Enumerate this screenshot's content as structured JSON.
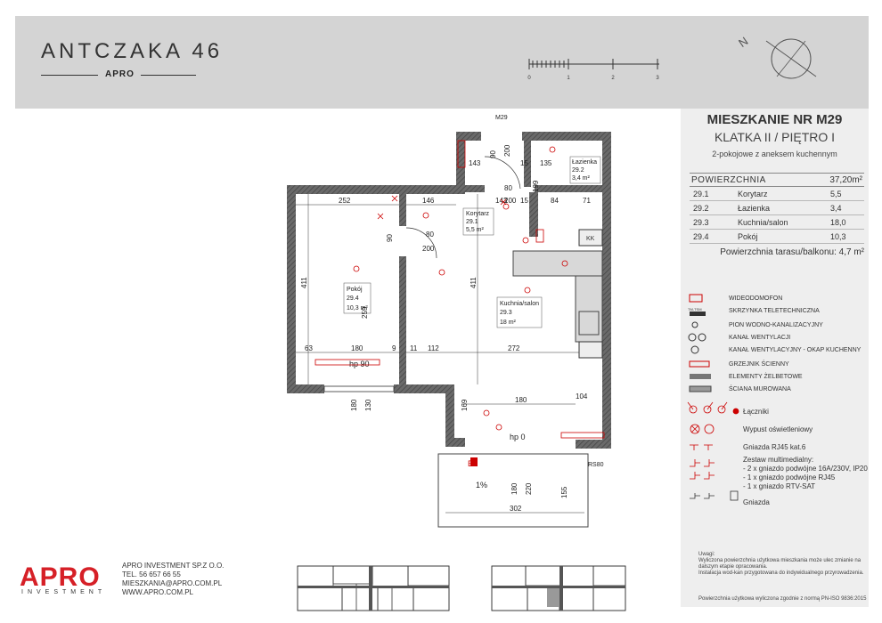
{
  "header": {
    "project": "ANTCZAKA 46",
    "brand": "APRO",
    "scale_ticks": [
      "0",
      "1",
      "2",
      "3"
    ],
    "compass_letter": "N"
  },
  "apartment": {
    "title": "MIESZKANIE NR M29",
    "stair_floor": "KLATKA II / PIĘTRO I",
    "type": "2-pokojowe z aneksem kuchennym",
    "area_label": "POWIERZCHNIA",
    "area_total": "37,20m²",
    "rooms": [
      {
        "num": "29.1",
        "name": "Korytarz",
        "value": "5,5"
      },
      {
        "num": "29.2",
        "name": "Łazienka",
        "value": "3,4"
      },
      {
        "num": "29.3",
        "name": "Kuchnia/salon",
        "value": "18,0"
      },
      {
        "num": "29.4",
        "name": "Pokój",
        "value": "10,3"
      }
    ],
    "terrace": "Powierzchnia tarasu/balkonu: 4,7 m²"
  },
  "legend": {
    "items": [
      "WIDEODOMOFON",
      "SKRZYNKA TELETECHNICZNA",
      "PION WODNO-KANALIZACYJNY",
      "KANAŁ WENTYLACJI",
      "KANAŁ WENTYLACYJNY - OKAP KUCHENNY",
      "GRZEJNIK ŚCIENNY",
      "ELEMENTY ŻELBETOWE",
      "ŚCIANA MUROWANA"
    ],
    "switches": "Łączniki",
    "light": "Wypust oświetleniowy",
    "rj45": "Gniazda RJ45 kat.6",
    "multimedia_title": "Zestaw multimedialny:",
    "multimedia_items": [
      "- 2 x gniazdo podwójne 16A/230V, IP20",
      "- 1 x gniazdo podwójne RJ45",
      "- 1 x gniazdo RTV-SAT"
    ],
    "sockets": "Gniazda",
    "tm_label": "TM-TSM"
  },
  "notes": {
    "title": "Uwagi:",
    "text1": "Wyliczona powierzchnia użytkowa mieszkania może ulec zmianie na dalszym etapie opracowania.",
    "text2": "Instalacja wod-kan przygotowana do indywidualnego przyrowadzenia.",
    "norm": "Powierzchnia użytkowa wyliczona zgodnie z normą PN-ISO 9836:2015"
  },
  "company": {
    "logo": "APRO",
    "logo_sub": "INVESTMENT",
    "name": "APRO INVESTMENT SP.Z O.O.",
    "tel": "TEL. 56 657 66 55",
    "email": "MIESZKANIA@APRO.COM.PL",
    "web": "WWW.APRO.COM.PL"
  },
  "plan": {
    "door_label": "M29",
    "room_korytarz": [
      "Korytarz",
      "29.1",
      "5,5 m²"
    ],
    "room_lazienka": [
      "Łazienka",
      "29.2",
      "3,4 m²"
    ],
    "room_kuchnia": [
      "Kuchnia/salon",
      "29.3",
      "18 m²"
    ],
    "room_pokoj": [
      "Pokój",
      "29.4",
      "10,3 m²"
    ],
    "dims": {
      "d252": "252",
      "d146": "146",
      "d143a": "143",
      "d143b": "143",
      "d15a": "15",
      "d15b": "15",
      "d135": "135",
      "d84": "84",
      "d71": "71",
      "d199": "199",
      "d411a": "411",
      "d411b": "411",
      "d259": "259",
      "d90a": "90",
      "d90b": "90",
      "d200a": "200",
      "d200b": "200",
      "d200c": "200",
      "d80a": "80",
      "d80b": "80",
      "d180a": "180",
      "d180b": "180",
      "d180c": "180",
      "d130": "130",
      "d63": "63",
      "d9": "9",
      "d11": "11",
      "d112": "112",
      "d272": "272",
      "d104": "104",
      "d169": "169",
      "d220": "220",
      "d155": "155",
      "d302": "302"
    },
    "hp90": "hp 90",
    "hp0": "hp 0",
    "slope": "1%",
    "rs80": "RS80",
    "kkb": "KK",
    "e_mark": "E"
  }
}
